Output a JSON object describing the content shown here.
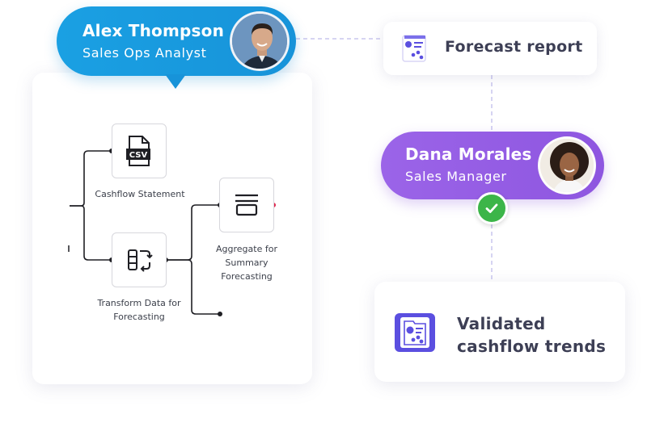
{
  "people": {
    "alex": {
      "name": "Alex Thompson",
      "role": "Sales Ops Analyst"
    },
    "dana": {
      "name": "Dana Morales",
      "role": "Sales Manager"
    }
  },
  "cards": {
    "forecast_report": "Forecast report",
    "validated_line1": "Validated",
    "validated_line2": "cashflow trends"
  },
  "workflow": {
    "nodes": {
      "cashflow": "Cashflow Statement",
      "transform_line1": "Transform Data for",
      "transform_line2": "Forecasting",
      "aggregate_line1": "Aggregate for",
      "aggregate_line2": "Summary",
      "aggregate_line3": "Forecasting"
    },
    "csv_badge": "CSV"
  },
  "colors": {
    "alex_pill": "#1793d9",
    "dana_pill": "#8e56e0",
    "check": "#3cb549",
    "report_icon": "#5b4fe0",
    "text_dark": "#3d3f55"
  },
  "icons": {
    "report": "report-chart-icon",
    "validated": "validated-report-icon",
    "check": "check-icon",
    "csv": "csv-file-icon",
    "transform": "transform-data-icon",
    "aggregate": "aggregate-icon"
  }
}
